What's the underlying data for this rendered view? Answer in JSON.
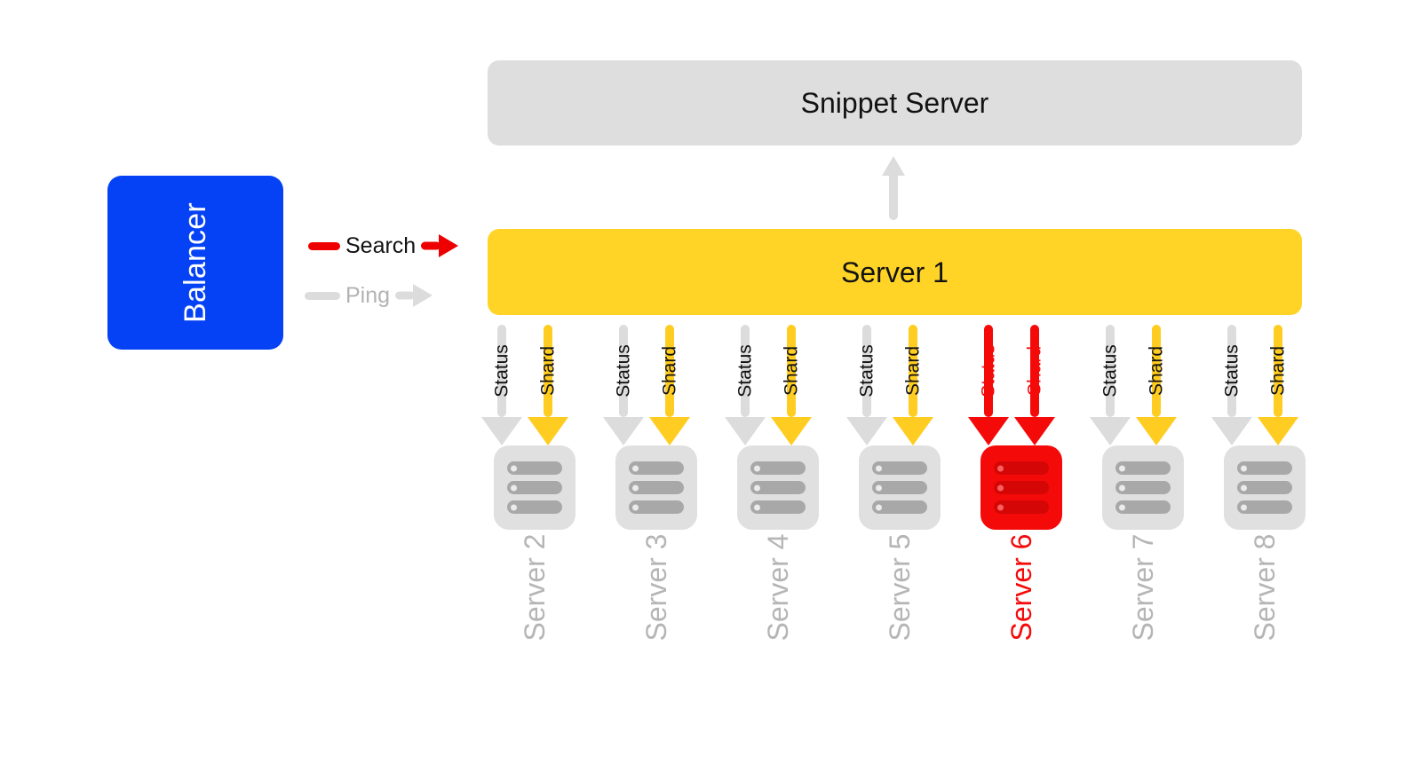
{
  "colors": {
    "blue": "#0542F5",
    "yellow": "#FFD427",
    "shard_yellow": "#FFCC22",
    "grey": "#DCDCDC",
    "icon_grey": "#E0E0E0",
    "red": "#F50A0A",
    "legend_red": "#EE0000",
    "label_grey": "#B5B5B5",
    "snippet_grey": "#DEDEDE"
  },
  "balancer": {
    "label": "Balancer"
  },
  "legend": {
    "items": [
      {
        "label": "Search",
        "color": "#EE0000",
        "state": "active"
      },
      {
        "label": "Ping",
        "color": "#DCDCDC",
        "state": "idle"
      }
    ]
  },
  "snippet_server": {
    "label": "Snippet Server"
  },
  "uplink": {
    "icon": "arrow-up-icon",
    "color": "#DCDCDC"
  },
  "server1": {
    "label": "Server 1"
  },
  "flow_labels": {
    "status": "Status",
    "shard": "Shard"
  },
  "servers": [
    {
      "label": "Server 2",
      "state": "normal",
      "status_color": "#DCDCDC",
      "shard_color": "#FFCC22",
      "icon": "server-rack-icon"
    },
    {
      "label": "Server 3",
      "state": "normal",
      "status_color": "#DCDCDC",
      "shard_color": "#FFCC22",
      "icon": "server-rack-icon"
    },
    {
      "label": "Server 4",
      "state": "normal",
      "status_color": "#DCDCDC",
      "shard_color": "#FFCC22",
      "icon": "server-rack-icon"
    },
    {
      "label": "Server 5",
      "state": "normal",
      "status_color": "#DCDCDC",
      "shard_color": "#FFCC22",
      "icon": "server-rack-icon"
    },
    {
      "label": "Server 6",
      "state": "alert",
      "status_color": "#F50A0A",
      "shard_color": "#F50A0A",
      "icon": "server-rack-icon"
    },
    {
      "label": "Server 7",
      "state": "normal",
      "status_color": "#DCDCDC",
      "shard_color": "#FFCC22",
      "icon": "server-rack-icon"
    },
    {
      "label": "Server 8",
      "state": "normal",
      "status_color": "#DCDCDC",
      "shard_color": "#FFCC22",
      "icon": "server-rack-icon"
    }
  ],
  "layout": {
    "column_left_positions": [
      536,
      673,
      810,
      947,
      1084,
      1221,
      1358
    ]
  }
}
